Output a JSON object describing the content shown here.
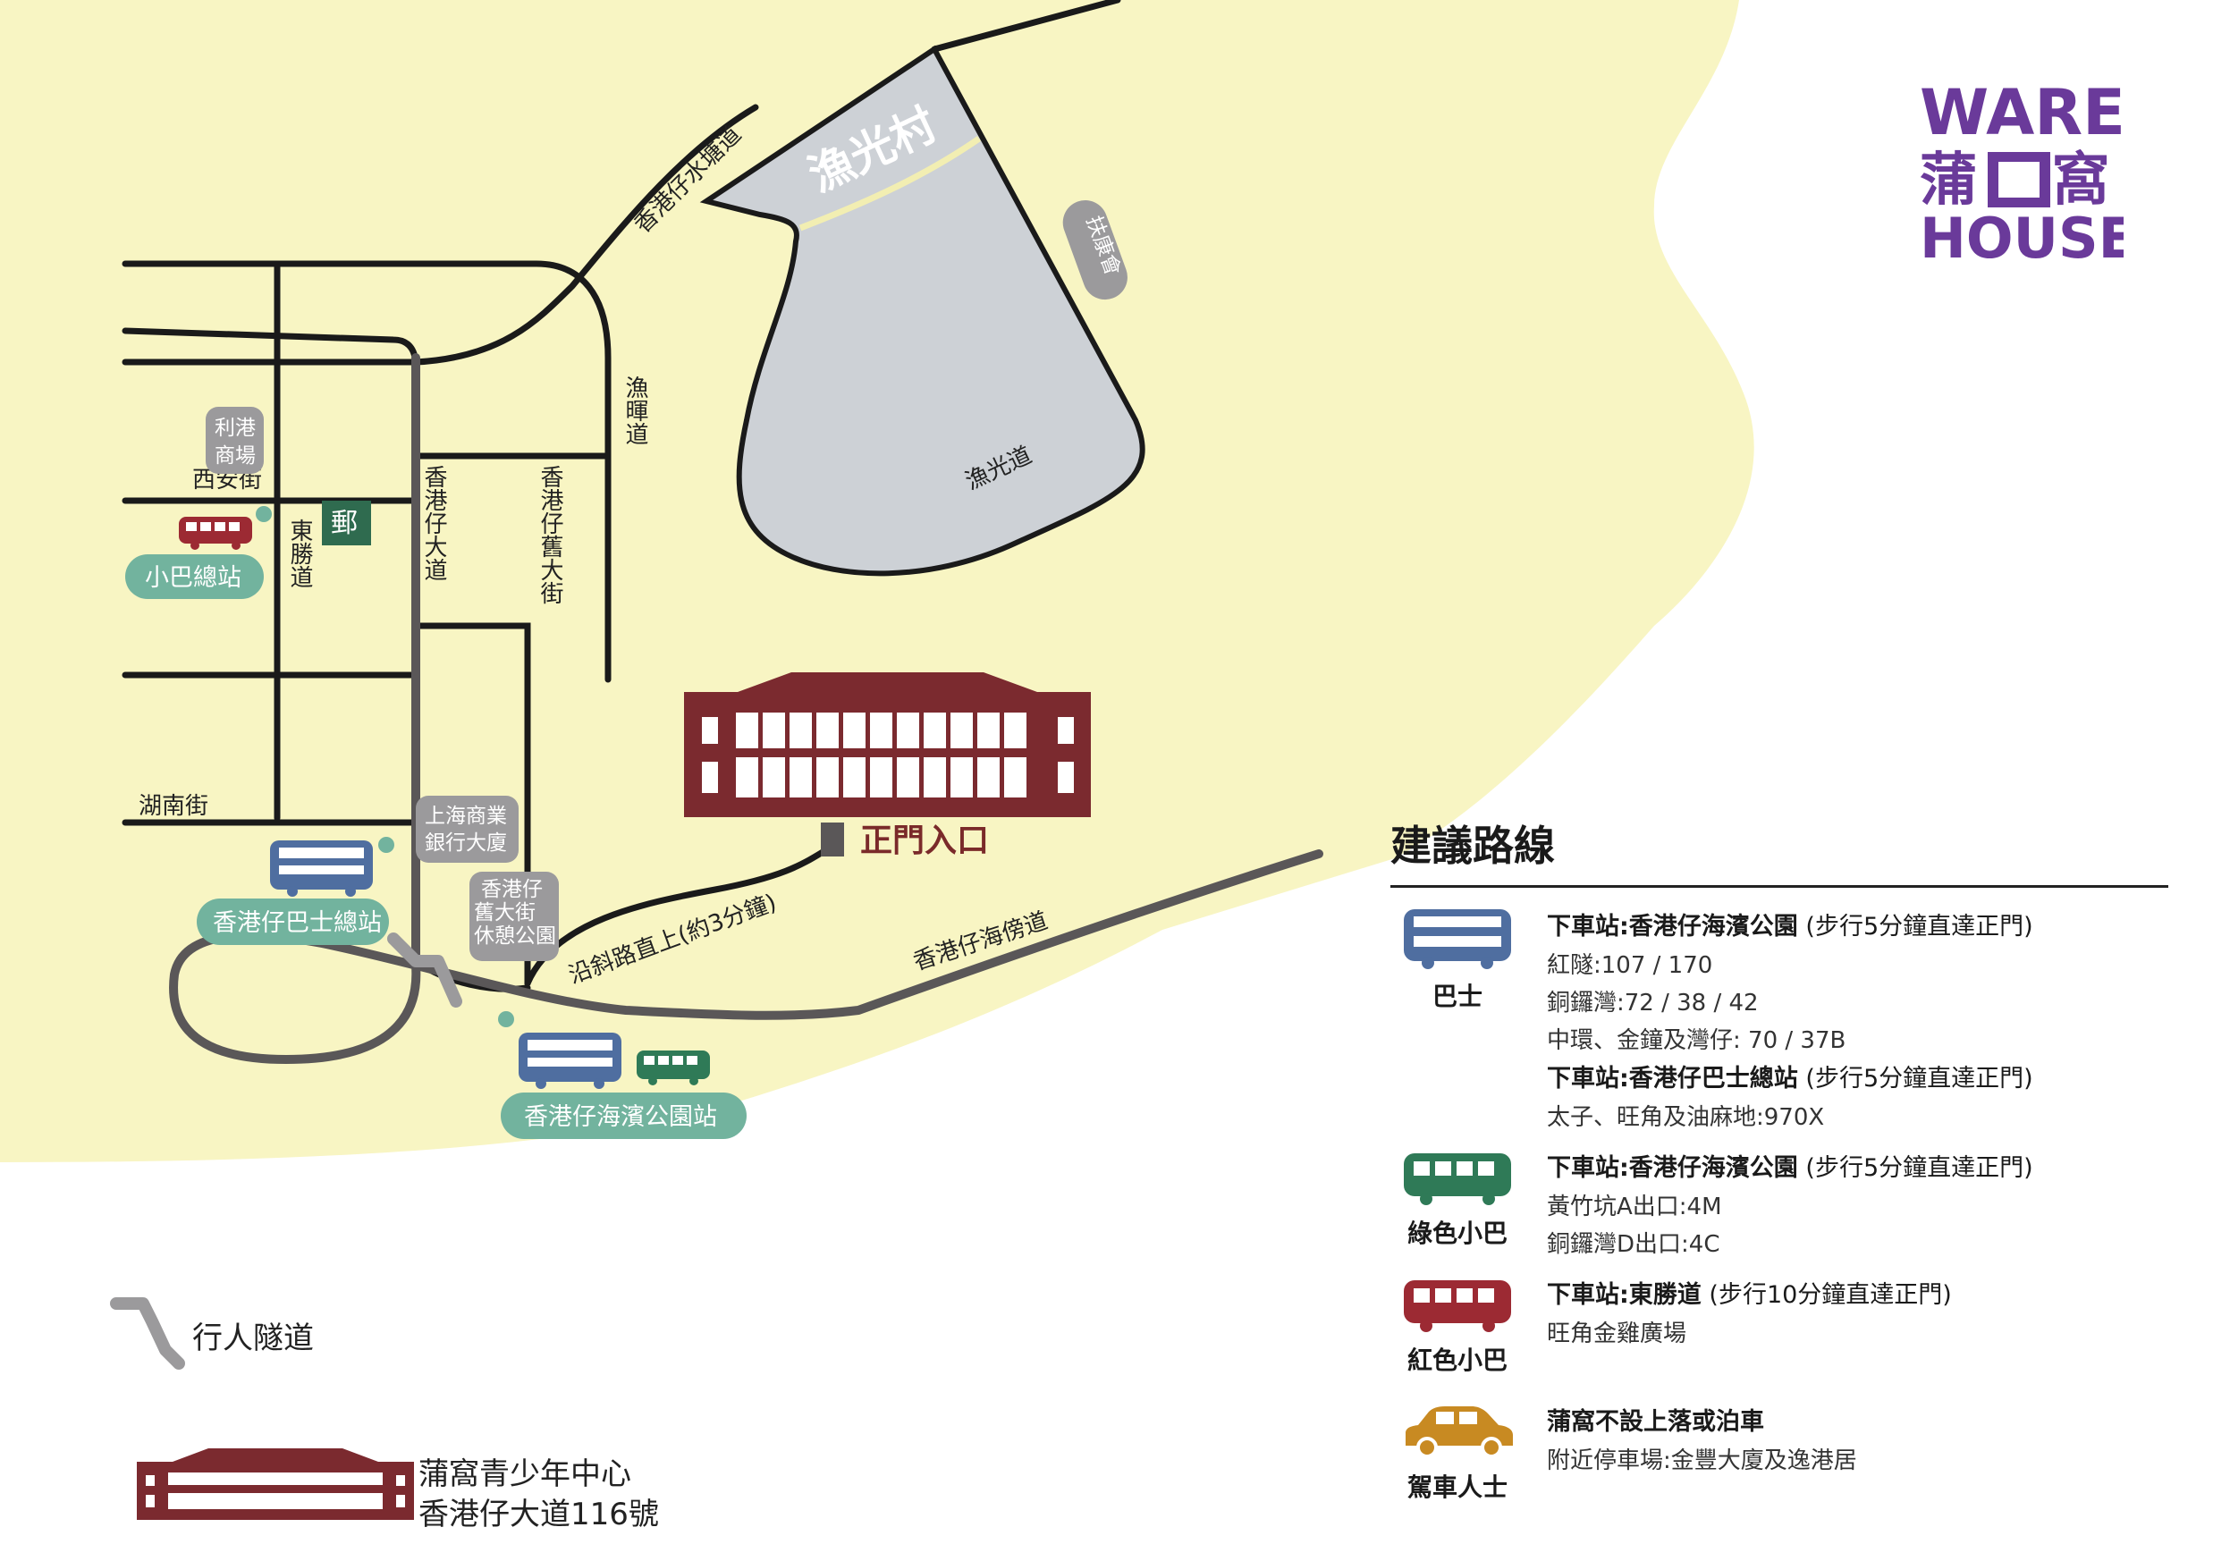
{
  "map": {
    "place_fishing_village": "漁光村",
    "road_shui_tong": "香港仔水塘道",
    "road_yu_fai": "漁暉道",
    "road_yu_kwong": "漁光道",
    "road_ap_lei_chau_main": "香港仔大道",
    "road_old_main": "香港仔舊大街",
    "road_tung_sing": "東勝道",
    "street_sai_on": "西安街",
    "street_wu_nam": "湖南街",
    "road_praya": "香港仔海傍道",
    "walk_uphill": "沿斜路直上(約3分鐘)",
    "landmark_lee_kong": "利港商場",
    "landmark_fu_hong": "扶康會",
    "landmark_shanghai_bank": "上海商業銀行大廈",
    "landmark_old_street_park": "香港仔舊大街休憩公園",
    "post_office": "郵",
    "minibus_terminus": "小巴總站",
    "bus_terminus": "香港仔巴士總站",
    "waterfront_park_stop": "香港仔海濱公園站",
    "main_entrance": "正門入口"
  },
  "legend": {
    "tunnel": "行人隧道",
    "centre_name": "蒲窩青少年中心",
    "centre_address": "香港仔大道116號"
  },
  "routes": {
    "title": "建議路線",
    "bus": {
      "label": "巴士",
      "stop1_prefix": "下車站:香港仔海濱公園",
      "stop1_note": "(步行5分鐘直達正門)",
      "lines1": [
        "紅隧:107 / 170",
        "銅鑼灣:72 / 38 / 42",
        "中環、金鐘及灣仔: 70 / 37B"
      ],
      "stop2_prefix": "下車站:香港仔巴士總站",
      "stop2_note": "(步行5分鐘直達正門)",
      "lines2": [
        "太子、旺角及油麻地:970X"
      ]
    },
    "green_minibus": {
      "label": "綠色小巴",
      "stop_prefix": "下車站:香港仔海濱公園",
      "stop_note": "(步行5分鐘直達正門)",
      "lines": [
        "黃竹坑A出口:4M",
        "銅鑼灣D出口:4C"
      ]
    },
    "red_minibus": {
      "label": "紅色小巴",
      "stop_prefix": "下車站:東勝道",
      "stop_note": "(步行10分鐘直達正門)",
      "lines": [
        "旺角金雞廣場"
      ]
    },
    "car": {
      "label": "駕車人士",
      "stop_prefix": "蒲窩不設上落或泊車",
      "lines": [
        "附近停車場:金豐大廈及逸港居"
      ]
    }
  },
  "logo": {
    "line1": "WARE",
    "left_char": "蒲",
    "right_char": "窩",
    "line3": "HOUSE"
  },
  "colors": {
    "land": "#f8f5c3",
    "district": "#cdd1d6",
    "road": "#1a1a1a",
    "tunnel_road": "#5a5758",
    "bus_blue": "#4f6ea0",
    "green_bus": "#2f7a57",
    "red_bus": "#9c2a33",
    "car": "#c88a22",
    "pill_teal": "#72b39e",
    "landmark_grey": "#9b9a9c",
    "building": "#7b2a2f",
    "logo_purple": "#6a3a9a"
  }
}
